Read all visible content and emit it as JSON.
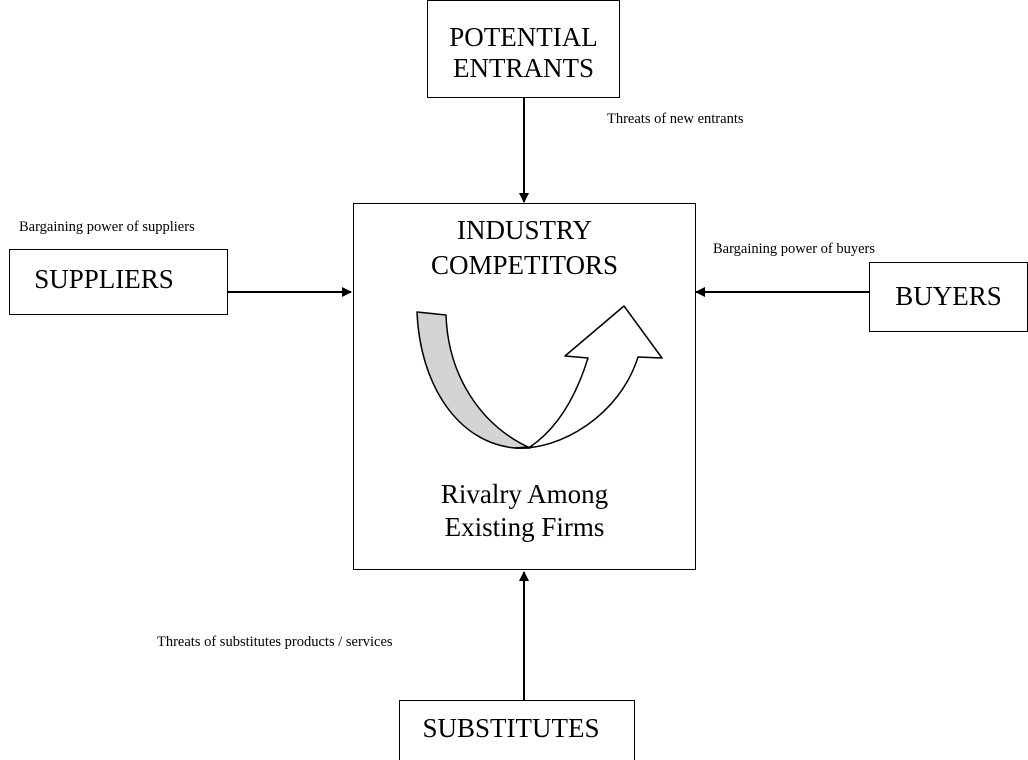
{
  "nodes": {
    "potential_entrants": {
      "line1": "POTENTIAL",
      "line2": "ENTRANTS"
    },
    "industry_competitors": {
      "line1": "INDUSTRY",
      "line2": "COMPETITORS"
    },
    "rivalry": {
      "line1": "Rivalry Among",
      "line2": "Existing Firms"
    },
    "suppliers": {
      "label": "SUPPLIERS"
    },
    "buyers": {
      "label": "BUYERS"
    },
    "substitutes": {
      "label": "SUBSTITUTES"
    }
  },
  "edge_labels": {
    "new_entrants": "Threats of new entrants",
    "suppliers_power": "Bargaining power of suppliers",
    "buyers_power": "Bargaining power of buyers",
    "substitutes_threat": "Threats of substitutes products / services"
  },
  "colors": {
    "stroke": "#000000",
    "ribbon_fill": "#d4d4d4",
    "arrow_fill": "#ffffff"
  },
  "icons": {
    "center_graphic": "curved-u-turn-arrow-icon"
  }
}
